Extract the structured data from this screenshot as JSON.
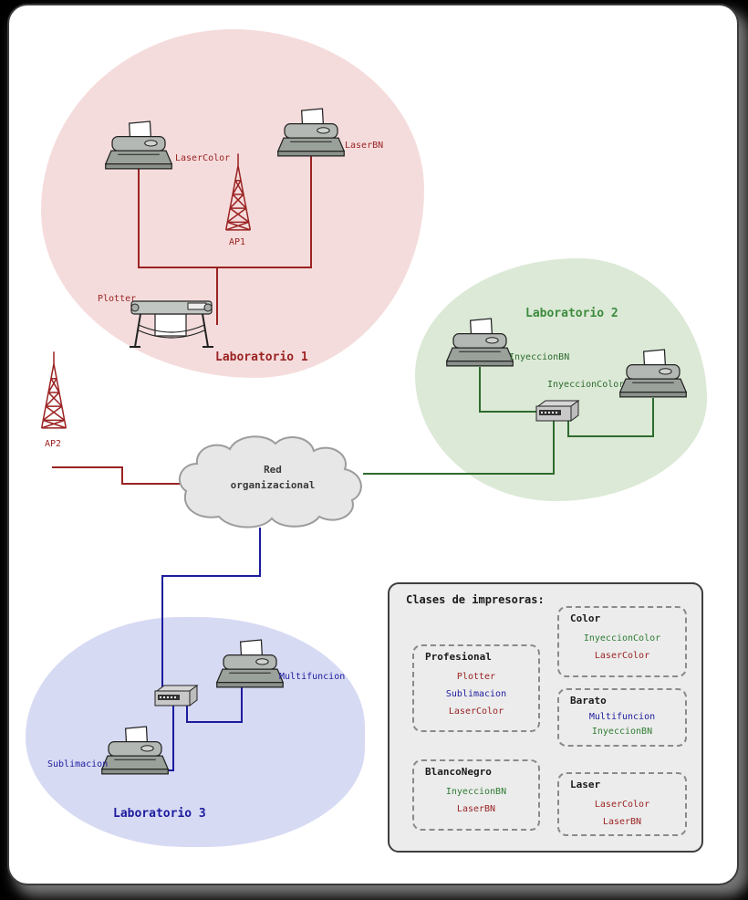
{
  "cloud": {
    "line1": "Red",
    "line2": "organizacional"
  },
  "ap2_label": "AP2",
  "lab1": {
    "title": "Laboratorio 1",
    "devices": {
      "laser_color": "LaserColor",
      "laser_bn": "LaserBN",
      "ap1": "AP1",
      "plotter": "Plotter"
    }
  },
  "lab2": {
    "title": "Laboratorio 2",
    "devices": {
      "inyeccion_bn": "InyeccionBN",
      "inyeccion_color": "InyeccionColor"
    }
  },
  "lab3": {
    "title": "Laboratorio 3",
    "devices": {
      "multifuncion": "Multifuncion",
      "sublimacion": "Sublimacion"
    }
  },
  "legend": {
    "title": "Clases de impresoras:",
    "groups": [
      {
        "name": "Profesional",
        "items": [
          {
            "label": "Plotter",
            "color": "red"
          },
          {
            "label": "Sublimacion",
            "color": "blue"
          },
          {
            "label": "LaserColor",
            "color": "red"
          }
        ]
      },
      {
        "name": "Color",
        "items": [
          {
            "label": "InyeccionColor",
            "color": "green"
          },
          {
            "label": "LaserColor",
            "color": "red"
          }
        ]
      },
      {
        "name": "Barato",
        "items": [
          {
            "label": "Multifuncion",
            "color": "blue"
          },
          {
            "label": "InyeccionBN",
            "color": "green"
          }
        ]
      },
      {
        "name": "BlancoNegro",
        "items": [
          {
            "label": "InyeccionBN",
            "color": "green"
          },
          {
            "label": "LaserBN",
            "color": "red"
          }
        ]
      },
      {
        "name": "Laser",
        "items": [
          {
            "label": "LaserColor",
            "color": "red"
          },
          {
            "label": "LaserBN",
            "color": "red"
          }
        ]
      }
    ]
  },
  "colors": {
    "red": "#9b2323",
    "green": "#2e7d32",
    "blue": "#1c1c9e"
  }
}
